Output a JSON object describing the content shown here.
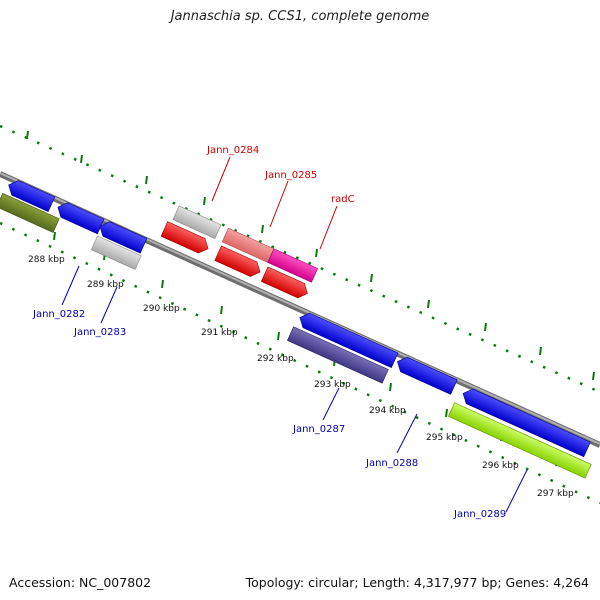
{
  "title": "Jannaschia sp. CCS1, complete genome",
  "footer": {
    "accession": "Accession: NC_007802",
    "summary": "Topology: circular; Length: 4,317,977 bp; Genes: 4,264"
  },
  "colors": {
    "backbone": "#8a8a8a",
    "ticks": "#0a7a0a",
    "forward_gene": "#ff0000",
    "reverse_gene": "#0000ff",
    "label_forward": "#cc0000",
    "label_reverse": "#0000aa"
  },
  "scale_labels": [
    "288 kbp",
    "289 kbp",
    "290 kbp",
    "291 kbp",
    "292 kbp",
    "293 kbp",
    "294 kbp",
    "295 kbp",
    "296 kbp",
    "297 kbp"
  ],
  "gene_labels": {
    "top": [
      "Jann_0284",
      "Jann_0285",
      "radC"
    ],
    "bottom": [
      "Jann_0282",
      "Jann_0283",
      "Jann_0287",
      "Jann_0288",
      "Jann_0289"
    ]
  }
}
